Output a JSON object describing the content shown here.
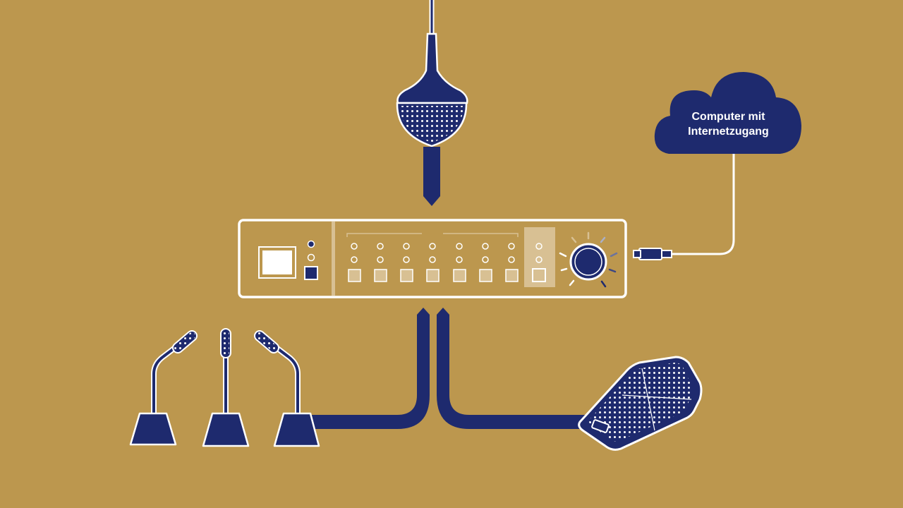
{
  "colors": {
    "background": "#bc974e",
    "navy": "#1e2a6e",
    "white": "#ffffff",
    "panel_highlight": "#d8c093"
  },
  "cloud": {
    "line1": "Computer mit",
    "line2": "Internetzugang"
  },
  "device": {
    "channel_count": 7,
    "knob_icon": "volume-knob-icon",
    "connector_icon": "usb-plug-icon"
  },
  "microphones": {
    "gooseneck_count": 3,
    "ceiling_icon": "ceiling-microphone-icon",
    "boundary_icon": "boundary-microphone-icon"
  }
}
